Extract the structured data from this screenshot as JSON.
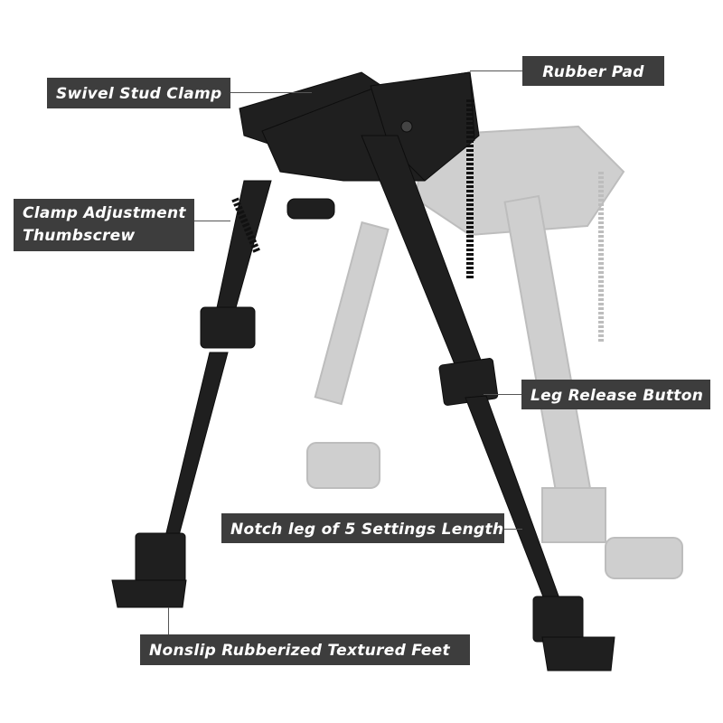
{
  "callouts": {
    "swivel_stud_clamp": "Swivel Stud Clamp",
    "rubber_pad": "Rubber Pad",
    "clamp_adjustment_line1": "Clamp Adjustment",
    "clamp_adjustment_line2": "Thumbscrew",
    "leg_release_button": "Leg Release Button",
    "notch_leg": "Notch leg of 5 Settings Length",
    "nonslip_feet": "Nonslip Rubberized Textured Feet"
  },
  "colors": {
    "label_bg": "#3d3d3d",
    "label_text": "#ffffff",
    "product": "#1c1c1c",
    "ghost_product": "#c8c8c8"
  }
}
